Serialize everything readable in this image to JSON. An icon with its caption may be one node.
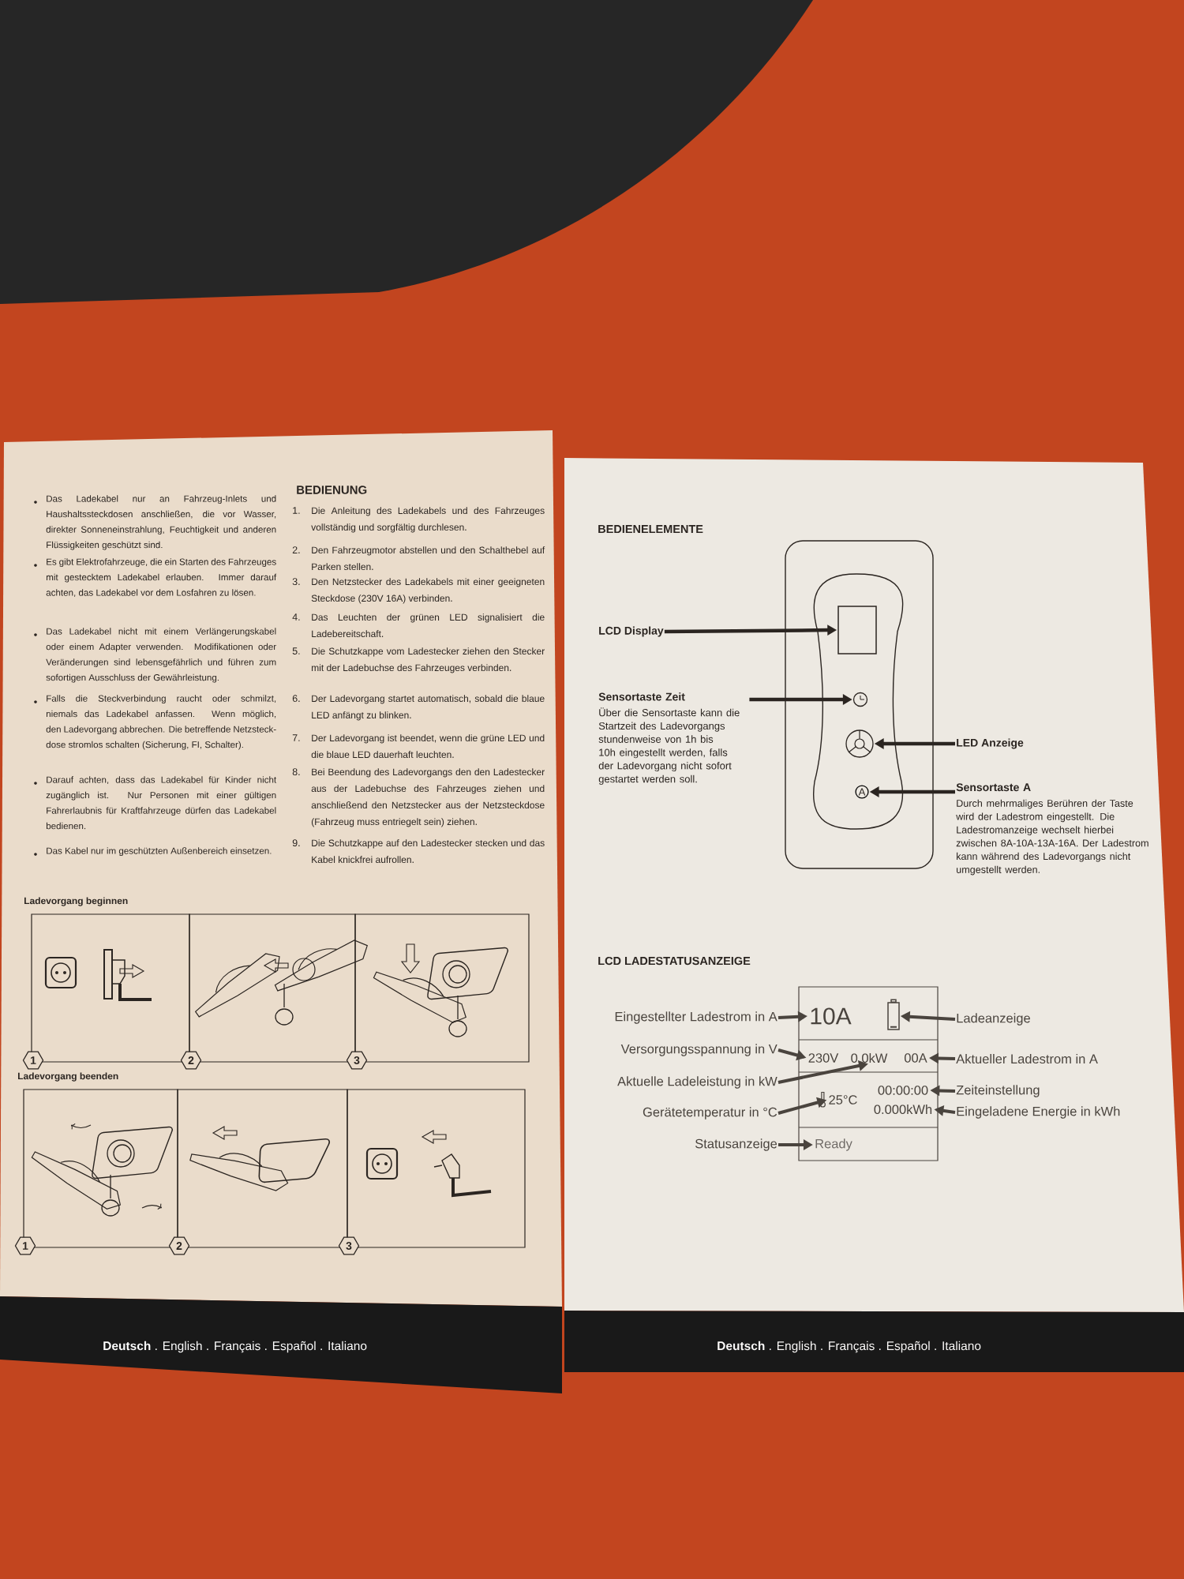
{
  "diagram": {
    "nodes": [
      {
        "text": [
          "LCD Display"
        ]
      },
      {
        "text": [],
        "shape": "box"
      },
      {
        "text": [
          "Sensortaste Zeit",
          "Über die Sensortaste kann die Startzeit des Ladevorgangs stundenweise von 1h bis 10h eingestellt werden, falls der Ladevorgang nicht sofort gestartet werden soll."
        ]
      },
      {
        "text": [],
        "shape": "circle"
      },
      {
        "text": [
          "LED Anzeige"
        ]
      },
      {
        "text": [],
        "shape": "circle"
      },
      {
        "text": [
          "Sensortaste A",
          "Durch mehrmaliges Berühren der Taste wird der Ladestrom eingestellt. Die Ladestromanzeige wechselt hierbei zwischen 8A-10A-13A-16A. Der Ladestrom kann während des Ladevorgangs nicht umgestellt werden."
        ]
      },
      {
        "text": [
          "A"
        ]
      },
      {
        "text": [
          "Eingestellter Ladestrom in A"
        ]
      },
      {
        "text": [
          "10A"
        ]
      },
      {
        "text": [],
        "shape": "box"
      },
      {
        "text": [
          "Ladeanzeige"
        ]
      },
      {
        "text": [
          "Versorgungsspannung in V"
        ]
      },
      {
        "text": [
          "230V"
        ]
      },
      {
        "text": [
          "0.0kW"
        ]
      },
      {
        "text": [
          "00A"
        ]
      },
      {
        "text": [
          "Aktueller Ladestrom in A"
        ]
      },
      {
        "text": [
          "Aktuelle Ladeleistung in kW"
        ]
      },
      {
        "text": [
          "25°C"
        ]
      },
      {
        "text": [
          "Gerätetemperatur in °C"
        ]
      },
      {
        "text": [
          "00:00:00"
        ]
      },
      {
        "text": [
          "Zeiteinstellung"
        ]
      },
      {
        "text": [
          "0.000kWh"
        ]
      },
      {
        "text": [
          "Eingeladene Energie in kWh"
        ]
      },
      {
        "text": [
          "Statusanzeige"
        ]
      },
      {
        "text": [
          "Ready"
        ]
      }
    ],
    "edges": [
      {
        "from": 0,
        "to": 1,
        "arrow": "to"
      },
      {
        "from": 2,
        "to": 3,
        "arrow": "to"
      },
      {
        "from": 4,
        "to": 5,
        "arrow": "to"
      },
      {
        "from": 6,
        "to": 7,
        "arrow": "to"
      },
      {
        "from": 8,
        "to": 9,
        "arrow": "to"
      },
      {
        "from": 11,
        "to": 10,
        "arrow": "to"
      },
      {
        "from": 12,
        "to": 13,
        "arrow": "to"
      },
      {
        "from": 16,
        "to": 15,
        "arrow": "to"
      },
      {
        "from": 17,
        "to": 14,
        "arrow": "to"
      },
      {
        "from": 19,
        "to": 18,
        "arrow": "to"
      },
      {
        "from": 21,
        "to": 20,
        "arrow": "to"
      },
      {
        "from": 23,
        "to": 22,
        "arrow": "to"
      },
      {
        "from": 24,
        "to": 25,
        "arrow": "to"
      }
    ],
    "labels": [
      "Das Ladekabel nur an Fahrzeug-Inlets und Haushaltssteckdosen anschließen, die vor Wasser, direkter Sonneneinstrahlung, Feuchtigkeit und anderen Flüssigkeiten geschützt sind.",
      "Es gibt Elektrofahrzeuge, die ein Starten des Fahrzeuges mit gestecktem Ladekabel erlauben. Immer darauf achten, das Ladekabel vor dem Losfahren zu lösen.",
      "Das Ladekabel nicht mit einem Verlängerungskabel oder einem Adapter verwenden. Modifikationen oder Veränderungen sind lebensgefährlich und führen zum sofortigen Ausschluss der Gewährleistung.",
      "Falls die Steckverbindung raucht oder schmilzt, niemals das Ladekabel anfassen. Wenn möglich, den Ladevorgang abbrechen. Die betreffende Netzsteck-dose stromlos schalten (Sicherung, FI, Schalter).",
      "Darauf achten, dass das Ladekabel für Kinder nicht zugänglich ist. Nur Personen mit einer gültigen Fahrerlaubnis für Kraftfahrzeuge dürfen das Ladekabel bedienen.",
      "Das Kabel nur im geschützten Außenbereich einsetzen.",
      "BEDIENUNG",
      "1.",
      "Die Anleitung des Ladekabels und des Fahrzeuges vollständig und sorgfältig durchlesen.",
      "2.",
      "Den Fahrzeugmotor abstellen und den Schalthebel auf Parken stellen.",
      "3.",
      "Den Netzstecker des Ladekabels mit einer geeigneten Steckdose (230V 16A) verbinden.",
      "4.",
      "Das Leuchten der grünen LED signalisiert die Ladebereitschaft.",
      "5.",
      "Die Schutzkappe vom Ladestecker ziehen den Stecker mit der Ladebuchse des Fahrzeuges verbinden.",
      "6.",
      "Der Ladevorgang startet automatisch, sobald die blaue LED anfängt zu blinken.",
      "7.",
      "Der Ladevorgang ist beendet, wenn die grüne LED und die blaue LED dauerhaft leuchten.",
      "8.",
      "Bei Beendung des Ladevorgangs den den Ladestecker aus der Ladebuchse des Fahrzeuges ziehen und anschließend den Netzstecker aus der Netzsteckdose (Fahrzeug muss entriegelt sein) ziehen.",
      "9.",
      "Die Schutzkappe auf den Ladestecker stecken und das Kabel knickfrei aufrollen.",
      "Ladevorgang beginnen",
      "1",
      "2",
      "3",
      "Ladevorgang beenden",
      "1",
      "2",
      "3",
      "**Deutsch** . English . Français . Español . Italiano",
      "BEDIENELEMENTE",
      "LCD LADESTATUSANZEIGE",
      "**Deutsch** . English . Français . Español . Italiano"
    ]
  }
}
